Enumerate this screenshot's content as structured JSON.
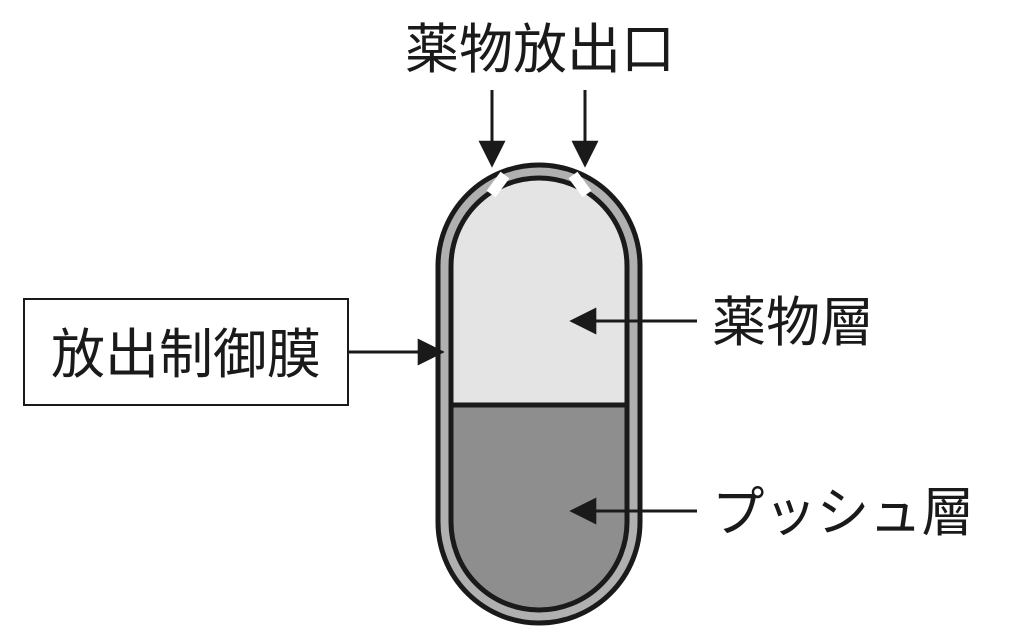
{
  "labels": {
    "outlet": "薬物放出口",
    "membrane": "放出制御膜",
    "drug_layer": "薬物層",
    "push_layer": "プッシュ層"
  },
  "colors": {
    "membrane_fill": "#b0b0b0",
    "drug_layer_fill": "#e4e4e4",
    "push_layer_fill": "#8e8e8e",
    "stroke": "#1a1a1a",
    "background": "#ffffff"
  }
}
